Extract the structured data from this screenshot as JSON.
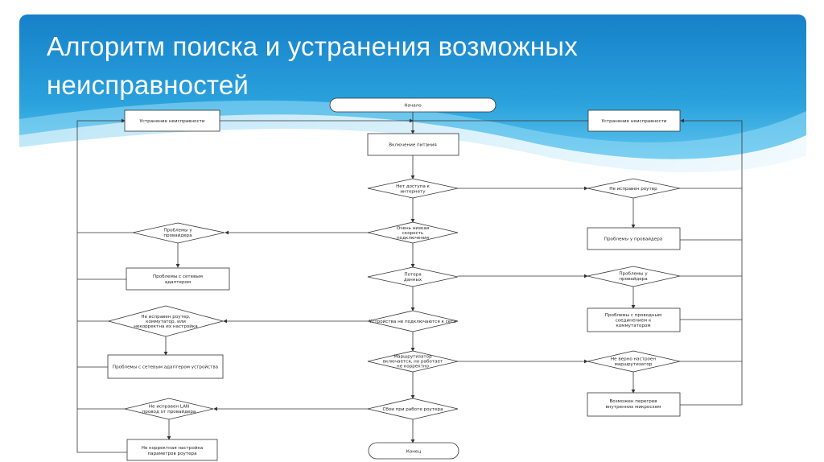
{
  "slide": {
    "title": "Алгоритм поиска и устранения возможных неисправностей"
  },
  "colors": {
    "header_blue": "#1f8fd2",
    "header_light": "#5cc0ee",
    "wave": "#ffffff"
  },
  "flowchart": {
    "start": "Начало",
    "end": "Конец",
    "power_on": "Включение питания",
    "no_internet": [
      "Нет доступа к",
      "интернету"
    ],
    "slow_speed": [
      "Очень низкая",
      "скорость",
      "подключения"
    ],
    "data_loss": [
      "Потеря",
      "данных"
    ],
    "devices_not_connected": "Устройства не подключаются к сети",
    "router_overload": [
      "Маршрутизатор",
      "включается, но работает",
      "не корректно"
    ],
    "router_fail": "Сбои при работе роутера",
    "fix_left": "Устранение неисправности",
    "fix_right": "Устранение неисправности",
    "router_not_ok": "Не исправен роутер",
    "provider_left": [
      "Проблемы у",
      "провайдера"
    ],
    "provider_right_box": "Проблемы у провайдера",
    "network_adapter": [
      "Проблемы с сетевым",
      "адаптером"
    ],
    "provider_right_diamond": [
      "Проблемы у",
      "провайдера"
    ],
    "router_switch_bad": [
      "Не исправен роутер,",
      "коммутатор, или",
      "некорректна их настройка"
    ],
    "wire_problems": [
      "Проблемы с проводным",
      "соединением к",
      "коммутатором"
    ],
    "adapter_device": "Проблемы с сетевым адаптером устройства",
    "router_config_wrong": [
      "Не верно настроен",
      "маршрутизатор"
    ],
    "lan_cable_bad": [
      "Не исправен LAN",
      "провод от провайдера"
    ],
    "overheat": [
      "Возможен перегрев",
      "внутренних микросхем"
    ],
    "router_settings_wrong": [
      "Не корректная настройка",
      "параметров роутера"
    ]
  }
}
